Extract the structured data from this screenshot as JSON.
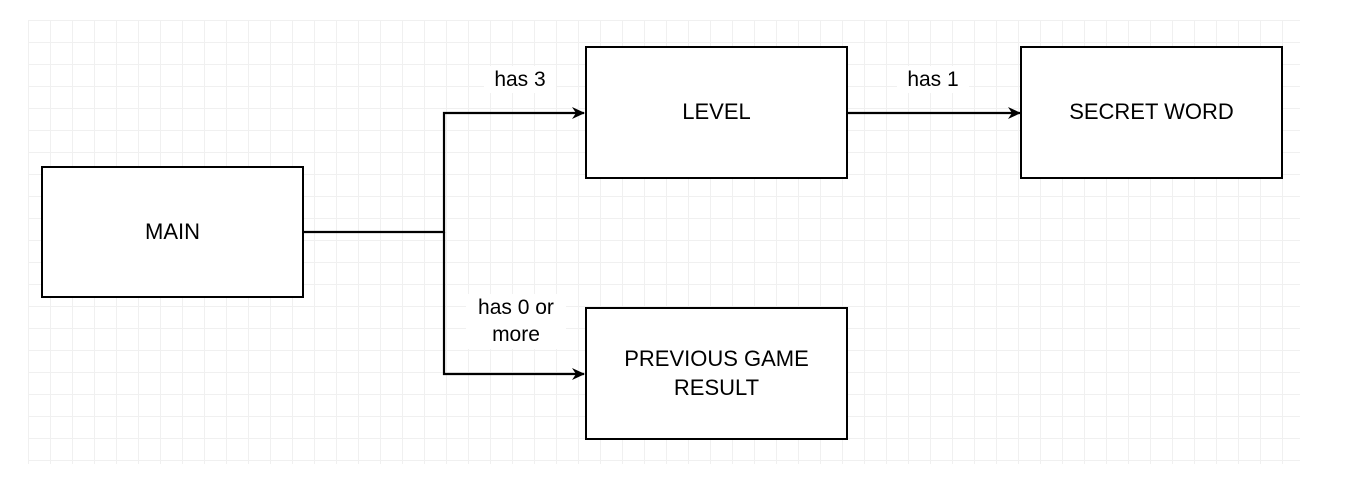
{
  "nodes": {
    "main": "MAIN",
    "level": "LEVEL",
    "secret_word": "SECRET WORD",
    "previous_game_result": "PREVIOUS GAME\nRESULT"
  },
  "edges": {
    "main_to_level": "has 3",
    "level_to_secret_word": "has 1",
    "main_to_previous_game_result": "has 0 or\nmore"
  }
}
